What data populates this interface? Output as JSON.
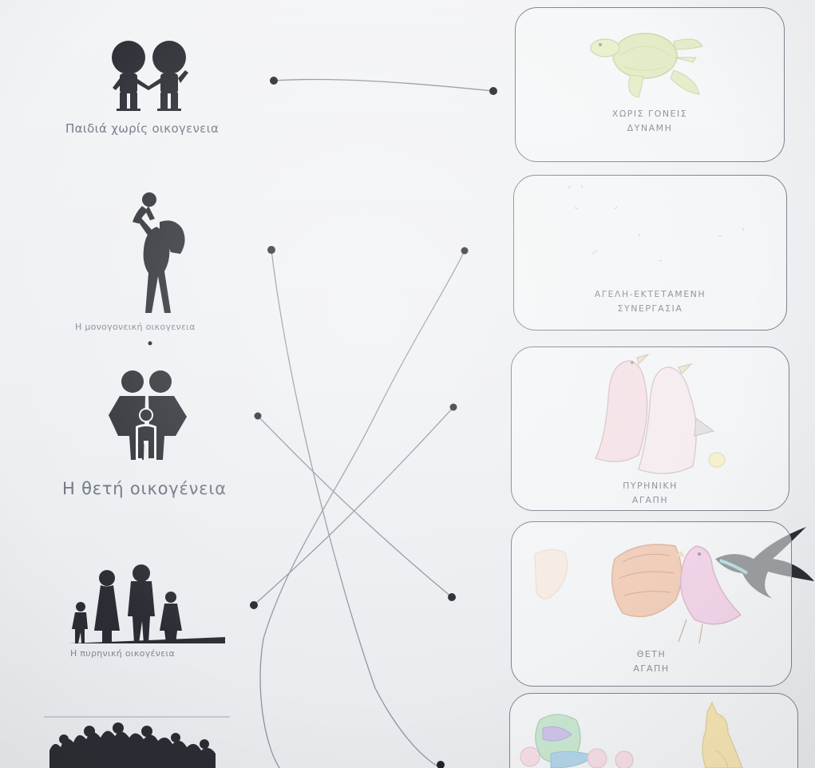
{
  "left_labels": {
    "item1": "Παιδιά χωρίς οικογενεια",
    "item2": "Η μονογονεική οικογενεια",
    "item3": "Η θετή οικογένεια",
    "item4": "Η πυρηνική οικογένεια"
  },
  "right_cards": {
    "card1": {
      "line1": "ΧΩΡΙΣ ΓΟΝΕΙΣ",
      "line2": "ΔΥΝΑΜΗ"
    },
    "card2": {
      "line1": "ΑΓΕΛΗ-ΕΚΤΕΤΑΜΕΝΗ",
      "line2": "ΣΥΝΕΡΓΑΣΙΑ"
    },
    "card3": {
      "line1": "ΠΥΡΗΝΙΚΗ",
      "line2": "ΑΓΑΠΗ"
    },
    "card4": {
      "line1": "ΘΕΤΗ",
      "line2": "ΑΓΑΠΗ"
    }
  },
  "colors": {
    "silhouette": "#2a2d33",
    "card_border": "#7d8590",
    "text": "#6c7784",
    "wire": "#8c939b",
    "dot": "#1f242b"
  }
}
